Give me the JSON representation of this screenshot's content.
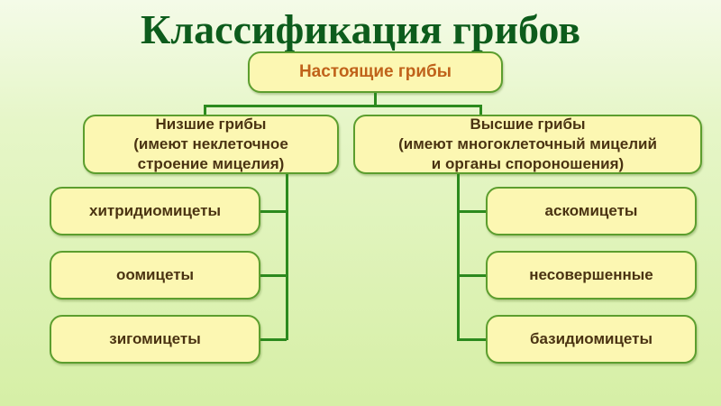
{
  "title": "Классификация грибов",
  "root": "Настоящие грибы",
  "lower": {
    "line1": "Низшие грибы",
    "line2": "(имеют неклеточное",
    "line3": "строение мицелия)",
    "children": [
      "хитридиомицеты",
      "оомицеты",
      "зигомицеты"
    ]
  },
  "higher": {
    "line1": "Высшие грибы",
    "line2": "(имеют многоклеточный мицелий",
    "line3": "и органы спороношения)",
    "children": [
      "аскомицеты",
      "несовершенные",
      "базидиомицеты"
    ]
  },
  "colors": {
    "title": "#0d5c1c",
    "box_fill": "#fcf7b2",
    "line": "#2c8a1e",
    "root_text": "#c0621a"
  }
}
